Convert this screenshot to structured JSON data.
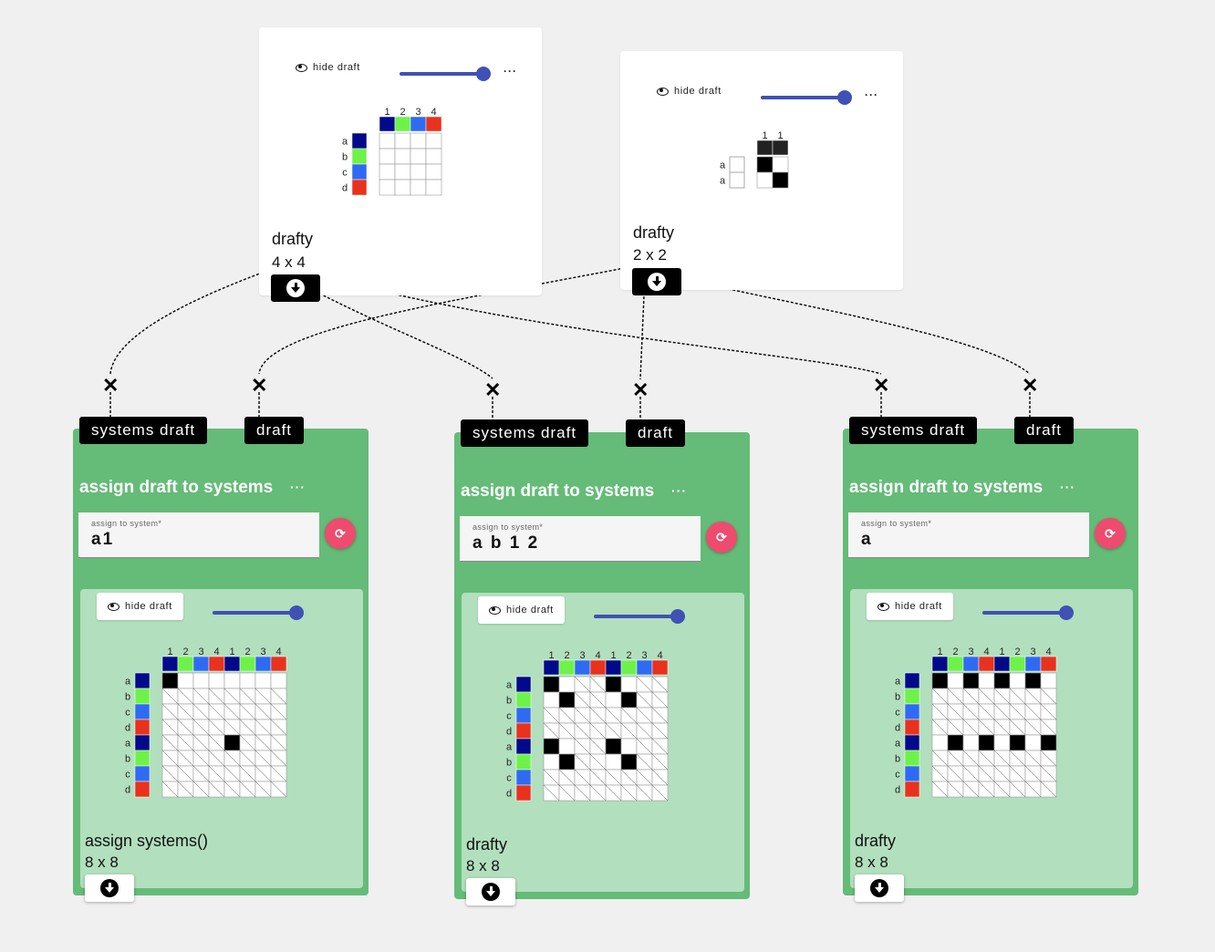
{
  "colors": {
    "navy": "#020a8a",
    "green": "#6ef24a",
    "blue": "#2f6bf2",
    "red": "#e8321e",
    "operation_bg": "#65bb78",
    "operation_inner": "#b2dfbd",
    "slider": "#3f51b5",
    "refresh": "#ee4b6e"
  },
  "hide_draft_label": "hide draft",
  "more_label": "···",
  "source_drafts": [
    {
      "name": "drafty",
      "size": "4 x 4",
      "col_numbers": [
        "1",
        "2",
        "3",
        "4"
      ],
      "col_colors": [
        "navy",
        "green",
        "blue",
        "red"
      ],
      "row_letters": [
        "a",
        "b",
        "c",
        "d"
      ],
      "row_colors": [
        "navy",
        "green",
        "blue",
        "red"
      ],
      "cells": [
        [
          0,
          0,
          0,
          0
        ],
        [
          0,
          0,
          0,
          0
        ],
        [
          0,
          0,
          0,
          0
        ],
        [
          0,
          0,
          0,
          0
        ]
      ]
    },
    {
      "name": "drafty",
      "size": "2 x 2",
      "col_numbers": [
        "1",
        "1"
      ],
      "col_colors": [
        "dark",
        "dark"
      ],
      "row_letters": [
        "a",
        "a"
      ],
      "row_colors": [
        "white",
        "white"
      ],
      "cells": [
        [
          1,
          0
        ],
        [
          0,
          1
        ]
      ]
    }
  ],
  "ports": {
    "systems_draft": "systems draft",
    "draft": "draft"
  },
  "operations": [
    {
      "title": "assign draft to systems",
      "field_label": "assign to system*",
      "field_value": "a1",
      "result_name": "assign systems()",
      "result_size": "8 x 8",
      "col_numbers": [
        "1",
        "2",
        "3",
        "4",
        "1",
        "2",
        "3",
        "4"
      ],
      "col_colors": [
        "navy",
        "green",
        "blue",
        "red",
        "navy",
        "green",
        "blue",
        "red"
      ],
      "row_letters": [
        "a",
        "b",
        "c",
        "d",
        "a",
        "b",
        "c",
        "d"
      ],
      "row_colors": [
        "navy",
        "green",
        "blue",
        "red",
        "navy",
        "green",
        "blue",
        "red"
      ],
      "cells": [
        [
          1,
          0,
          0,
          0,
          0,
          0,
          0,
          0
        ],
        [
          2,
          2,
          2,
          2,
          2,
          2,
          2,
          2
        ],
        [
          2,
          2,
          2,
          2,
          2,
          2,
          2,
          2
        ],
        [
          2,
          2,
          2,
          2,
          2,
          2,
          2,
          2
        ],
        [
          2,
          2,
          2,
          2,
          1,
          2,
          2,
          2
        ],
        [
          2,
          2,
          2,
          2,
          2,
          2,
          2,
          2
        ],
        [
          2,
          2,
          2,
          2,
          2,
          2,
          2,
          2
        ],
        [
          2,
          2,
          2,
          2,
          2,
          2,
          2,
          2
        ]
      ]
    },
    {
      "title": "assign draft to systems",
      "field_label": "assign to system*",
      "field_value": "a b 1 2",
      "result_name": "drafty",
      "result_size": "8 x 8",
      "col_numbers": [
        "1",
        "2",
        "3",
        "4",
        "1",
        "2",
        "3",
        "4"
      ],
      "col_colors": [
        "navy",
        "green",
        "blue",
        "red",
        "navy",
        "green",
        "blue",
        "red"
      ],
      "row_letters": [
        "a",
        "b",
        "c",
        "d",
        "a",
        "b",
        "c",
        "d"
      ],
      "row_colors": [
        "navy",
        "green",
        "blue",
        "red",
        "navy",
        "green",
        "blue",
        "red"
      ],
      "cells": [
        [
          1,
          0,
          2,
          2,
          1,
          0,
          2,
          2
        ],
        [
          0,
          1,
          2,
          2,
          0,
          1,
          2,
          2
        ],
        [
          2,
          2,
          2,
          2,
          2,
          2,
          2,
          2
        ],
        [
          2,
          2,
          2,
          2,
          2,
          2,
          2,
          2
        ],
        [
          1,
          0,
          2,
          2,
          1,
          0,
          2,
          2
        ],
        [
          0,
          1,
          2,
          2,
          0,
          1,
          2,
          2
        ],
        [
          2,
          2,
          2,
          2,
          2,
          2,
          2,
          2
        ],
        [
          2,
          2,
          2,
          2,
          2,
          2,
          2,
          2
        ]
      ]
    },
    {
      "title": "assign draft to systems",
      "field_label": "assign to system*",
      "field_value": "a",
      "result_name": "drafty",
      "result_size": "8 x 8",
      "col_numbers": [
        "1",
        "2",
        "3",
        "4",
        "1",
        "2",
        "3",
        "4"
      ],
      "col_colors": [
        "navy",
        "green",
        "blue",
        "red",
        "navy",
        "green",
        "blue",
        "red"
      ],
      "row_letters": [
        "a",
        "b",
        "c",
        "d",
        "a",
        "b",
        "c",
        "d"
      ],
      "row_colors": [
        "navy",
        "green",
        "blue",
        "red",
        "navy",
        "green",
        "blue",
        "red"
      ],
      "cells": [
        [
          1,
          0,
          1,
          0,
          1,
          0,
          1,
          0
        ],
        [
          2,
          2,
          2,
          2,
          2,
          2,
          2,
          2
        ],
        [
          2,
          2,
          2,
          2,
          2,
          2,
          2,
          2
        ],
        [
          2,
          2,
          2,
          2,
          2,
          2,
          2,
          2
        ],
        [
          0,
          1,
          0,
          1,
          0,
          1,
          0,
          1
        ],
        [
          2,
          2,
          2,
          2,
          2,
          2,
          2,
          2
        ],
        [
          2,
          2,
          2,
          2,
          2,
          2,
          2,
          2
        ],
        [
          2,
          2,
          2,
          2,
          2,
          2,
          2,
          2
        ]
      ]
    }
  ]
}
